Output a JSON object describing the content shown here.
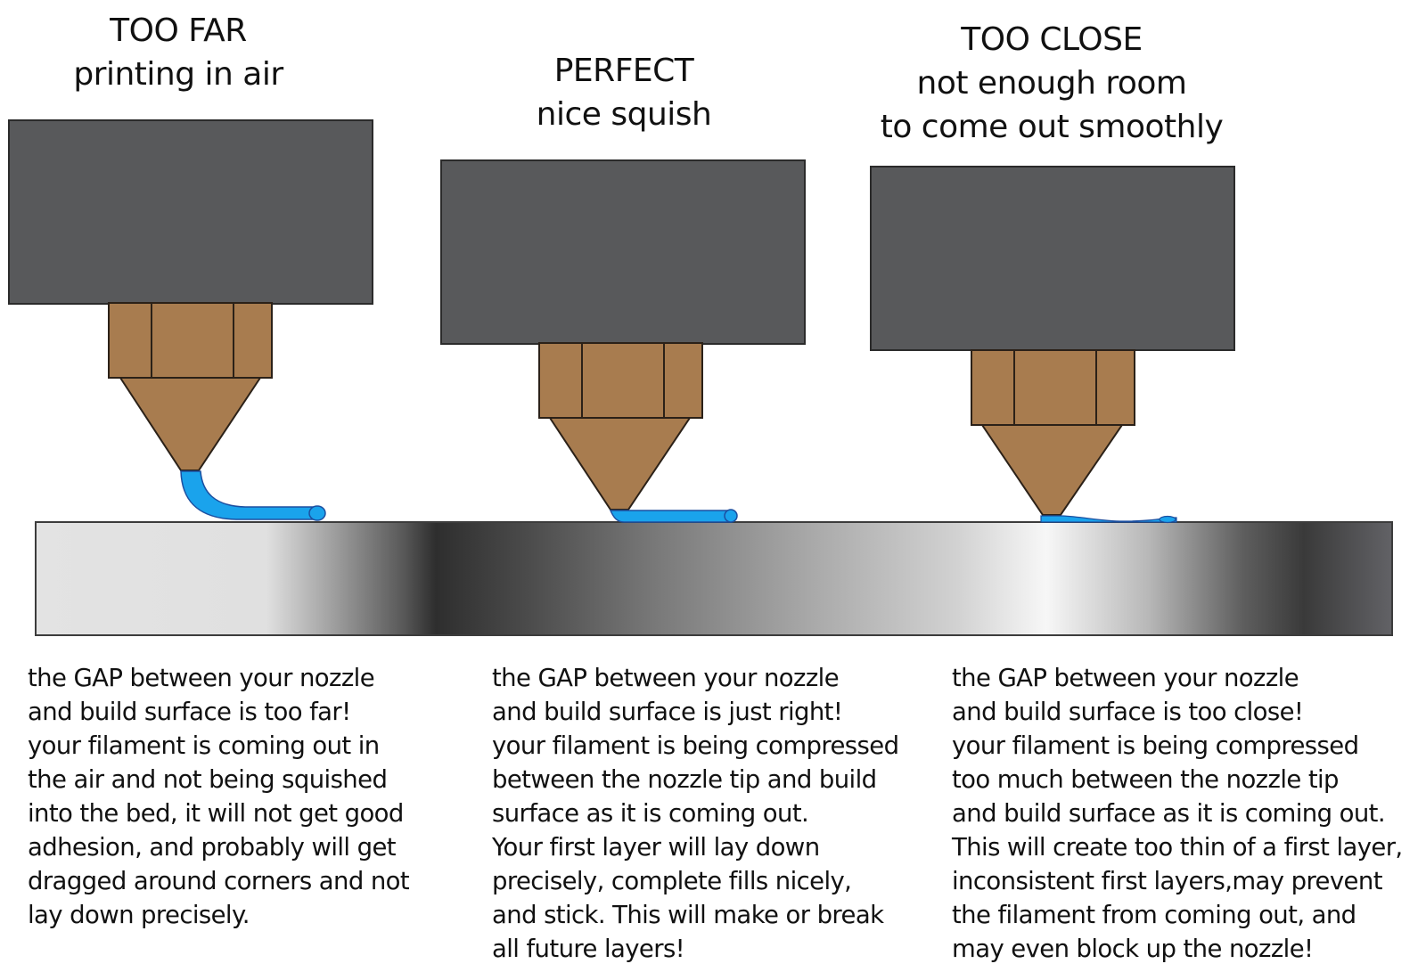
{
  "colors": {
    "hotend_block": "#58595b",
    "nozzle_brass": "#a87c4f",
    "outline": "#2b2118",
    "filament": "#1aa3ec",
    "filament_outline": "#1c4fa0",
    "bed_edge": "#4a4a4a"
  },
  "panels": [
    {
      "id": "too-far",
      "heading_lines": [
        "TOO FAR",
        "printing in air"
      ],
      "description_lines": [
        "the GAP between your nozzle",
        "and build surface is too far!",
        "your filament is coming out in",
        "the air and not being squished",
        "into the bed, it will not get good",
        "adhesion, and probably will get",
        "dragged around corners and not",
        "lay down precisely."
      ]
    },
    {
      "id": "perfect",
      "heading_lines": [
        "PERFECT",
        "nice squish"
      ],
      "description_lines": [
        "the GAP between your nozzle",
        "and build surface is just right!",
        "your filament is being compressed",
        "between the nozzle tip and build",
        "surface as it is coming out.",
        "Your first layer will lay down",
        "precisely, complete fills nicely,",
        "and stick.  This will make or break",
        "all future layers!"
      ]
    },
    {
      "id": "too-close",
      "heading_lines": [
        "TOO CLOSE",
        "not enough room",
        "to come out smoothly"
      ],
      "description_lines": [
        "the GAP between your nozzle",
        "and build surface is too close!",
        "your filament is being compressed",
        "too much between the nozzle tip",
        "and build surface as it is coming out.",
        "This will create too thin of a first layer,",
        "inconsistent first layers,may prevent",
        "the filament from coming out, and",
        "may even block up the nozzle!"
      ]
    }
  ]
}
